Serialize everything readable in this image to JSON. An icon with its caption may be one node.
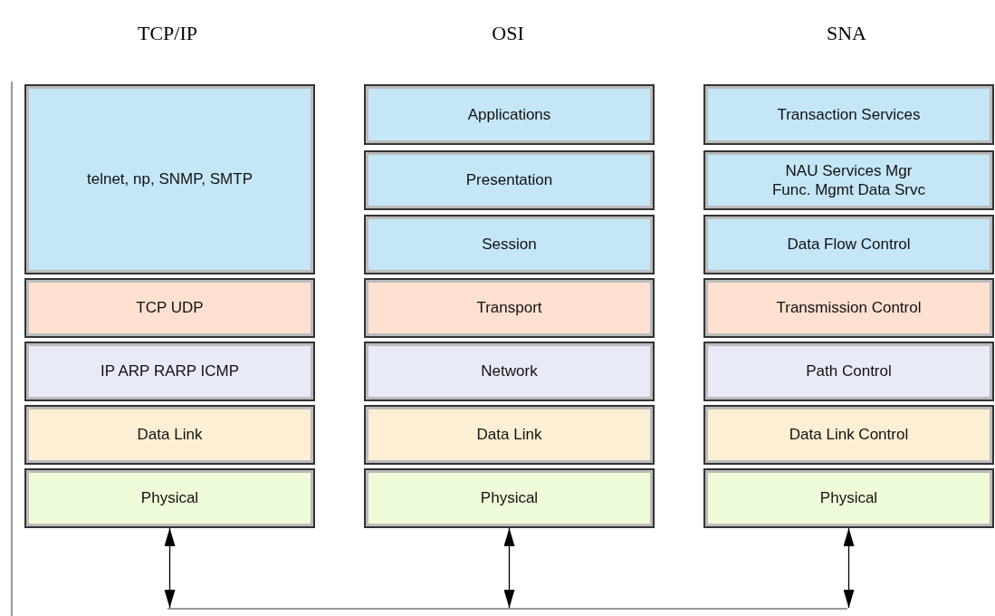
{
  "diagram": {
    "nodes": [
      {
        "text": [
          "telnet, np, SNMP, SMTP"
        ]
      },
      {
        "text": [
          "TCP UDP"
        ]
      },
      {
        "text": [
          "IP ARP RARP ICMP"
        ]
      },
      {
        "text": [
          "Data Link"
        ]
      },
      {
        "text": [
          "Physical"
        ]
      },
      {
        "text": [
          "Applications"
        ]
      },
      {
        "text": [
          "Presentation"
        ]
      },
      {
        "text": [
          "Session"
        ]
      },
      {
        "text": [
          "Transport"
        ]
      },
      {
        "text": [
          "Network"
        ]
      },
      {
        "text": [
          "Data Link"
        ]
      },
      {
        "text": [
          "Physical"
        ]
      },
      {
        "text": [
          "Transaction Services"
        ]
      },
      {
        "text": [
          "NAU Services Mgr Func. Mgmt Data Srvc"
        ]
      },
      {
        "text": [
          "Data Flow Control"
        ]
      },
      {
        "text": [
          "Transmission Control"
        ]
      },
      {
        "text": [
          "Path Control"
        ]
      },
      {
        "text": [
          "Data Link Control"
        ]
      },
      {
        "text": [
          "Physical"
        ]
      },
      {
        "text": [],
        "shape": "bar"
      }
    ],
    "edges": [
      {
        "from": 4,
        "to": 19,
        "arrow": "both"
      },
      {
        "from": 11,
        "to": 19,
        "arrow": "both"
      },
      {
        "from": 18,
        "to": 19,
        "arrow": "both"
      }
    ],
    "labels": [
      "TCP/IP",
      "OSI",
      "SNA"
    ]
  }
}
